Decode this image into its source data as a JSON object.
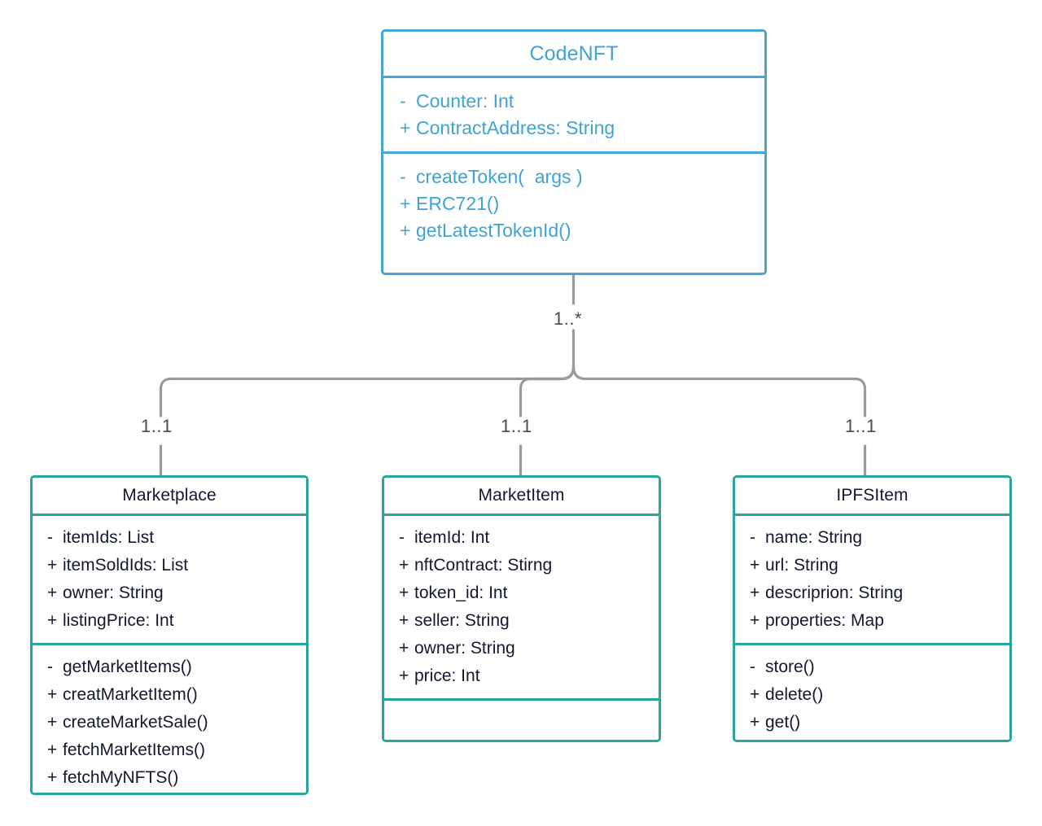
{
  "diagram": {
    "type": "uml-class-diagram",
    "background": "#ffffff",
    "colors": {
      "root_accent": "#46a5d3",
      "leaf_accent": "#2aa79b",
      "leaf_text": "#14182c",
      "connector": "#9a9a9a",
      "multiplicity_text": "#4a4a4a"
    }
  },
  "classes": {
    "codenft": {
      "name": "CodeNFT",
      "attributes": [
        {
          "visibility": "-",
          "signature": "Counter: Int"
        },
        {
          "visibility": "+",
          "signature": "ContractAddress: String"
        }
      ],
      "methods": [
        {
          "visibility": "-",
          "signature": "createToken(  args )"
        },
        {
          "visibility": "+",
          "signature": "ERC721()"
        },
        {
          "visibility": "+",
          "signature": "getLatestTokenId()"
        }
      ]
    },
    "marketplace": {
      "name": "Marketplace",
      "attributes": [
        {
          "visibility": "-",
          "signature": "itemIds: List"
        },
        {
          "visibility": "+",
          "signature": "itemSoldIds: List"
        },
        {
          "visibility": "+",
          "signature": "owner: String"
        },
        {
          "visibility": "+",
          "signature": "listingPrice: Int"
        }
      ],
      "methods": [
        {
          "visibility": "-",
          "signature": "getMarketItems()"
        },
        {
          "visibility": "+",
          "signature": "creatMarketItem()"
        },
        {
          "visibility": "+",
          "signature": "createMarketSale()"
        },
        {
          "visibility": "+",
          "signature": "fetchMarketItems()"
        },
        {
          "visibility": "+",
          "signature": "fetchMyNFTS()"
        }
      ]
    },
    "marketitem": {
      "name": "MarketItem",
      "attributes": [
        {
          "visibility": "-",
          "signature": "itemId: Int"
        },
        {
          "visibility": "+",
          "signature": "nftContract: Stirng"
        },
        {
          "visibility": "+",
          "signature": "token_id: Int"
        },
        {
          "visibility": "+",
          "signature": "seller: String"
        },
        {
          "visibility": "+",
          "signature": "owner: String"
        },
        {
          "visibility": "+",
          "signature": "price: Int"
        }
      ],
      "methods": []
    },
    "ipfsitem": {
      "name": "IPFSItem",
      "attributes": [
        {
          "visibility": "-",
          "signature": "name: String"
        },
        {
          "visibility": "+",
          "signature": "url: String"
        },
        {
          "visibility": "+",
          "signature": "descriprion: String"
        },
        {
          "visibility": "+",
          "signature": "properties: Map"
        }
      ],
      "methods": [
        {
          "visibility": "-",
          "signature": "store()"
        },
        {
          "visibility": "+",
          "signature": "delete()"
        },
        {
          "visibility": "+",
          "signature": "get()"
        }
      ]
    }
  },
  "relations": [
    {
      "id": "root",
      "label": "1..*",
      "from": "codenft",
      "to": "branch"
    },
    {
      "id": "to-marketplace",
      "label": "1..1",
      "from": "branch",
      "to": "marketplace"
    },
    {
      "id": "to-marketitem",
      "label": "1..1",
      "from": "branch",
      "to": "marketitem"
    },
    {
      "id": "to-ipfsitem",
      "label": "1..1",
      "from": "branch",
      "to": "ipfsitem"
    }
  ]
}
